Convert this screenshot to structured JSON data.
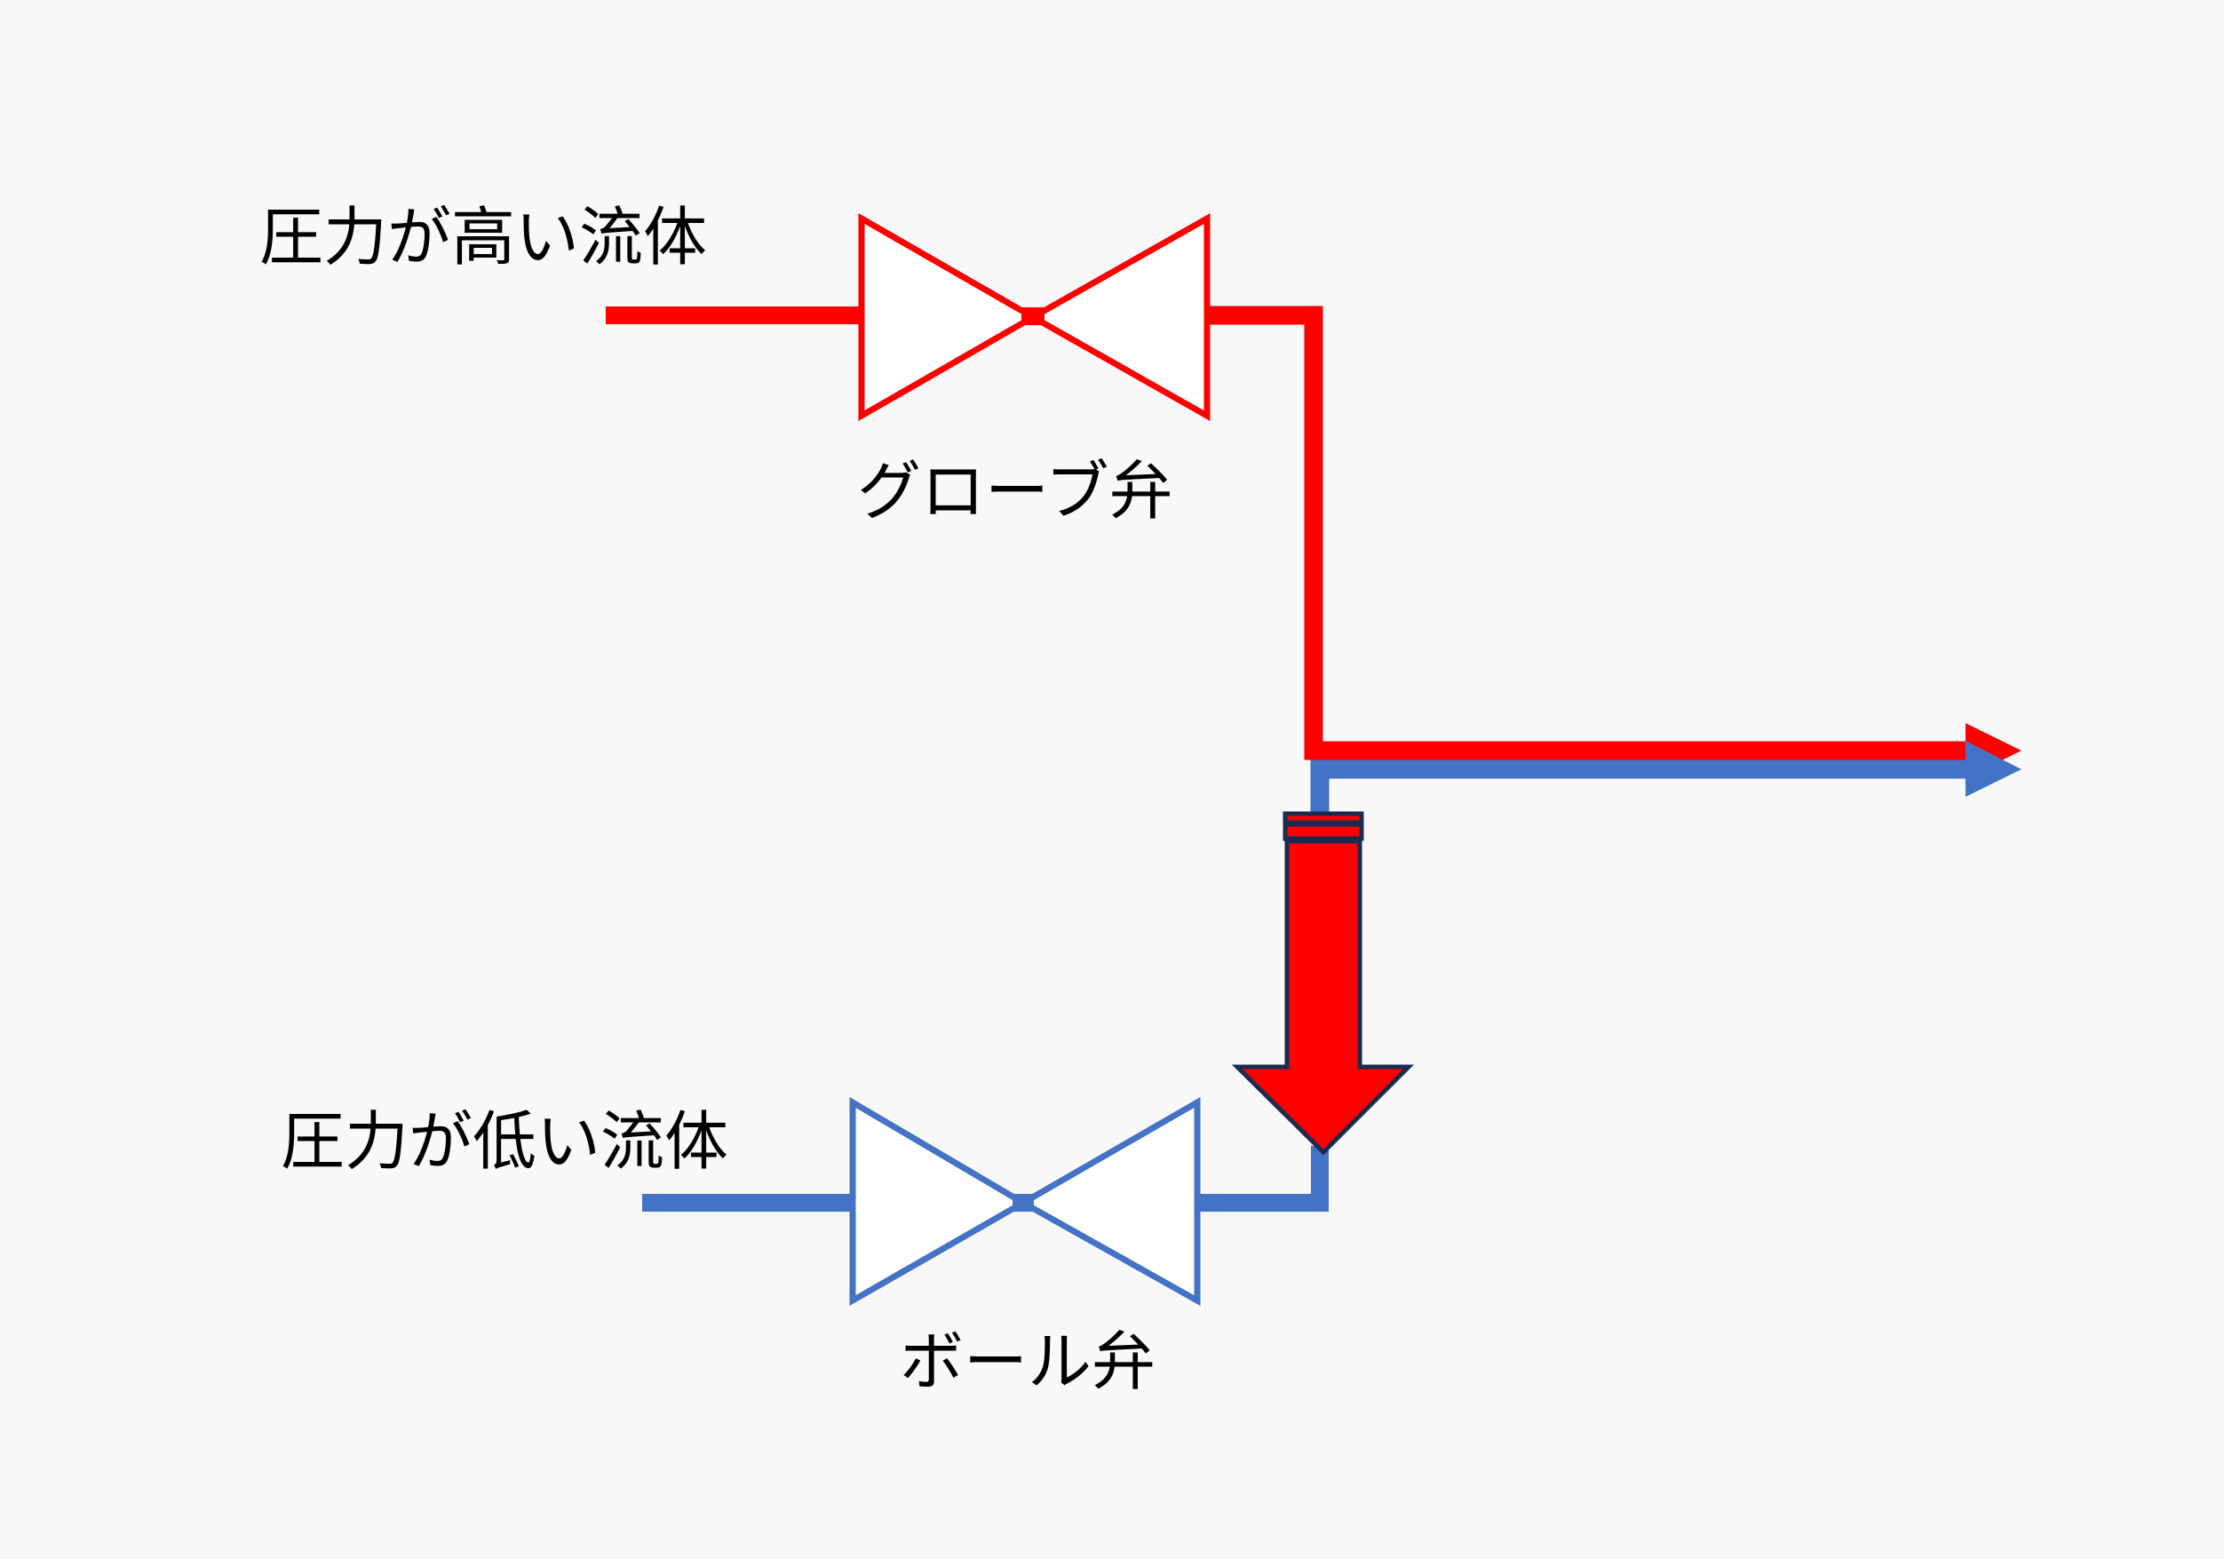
{
  "labels": {
    "high_pressure_fluid": "圧力が高い流体",
    "globe_valve": "グローブ弁",
    "low_pressure_fluid": "圧力が低い流体",
    "ball_valve": "ボール弁"
  },
  "colors": {
    "background": "#f8f8f8",
    "high_pressure": "#ff0000",
    "low_pressure": "#4472c4",
    "arrow_outline": "#1a2b50"
  }
}
